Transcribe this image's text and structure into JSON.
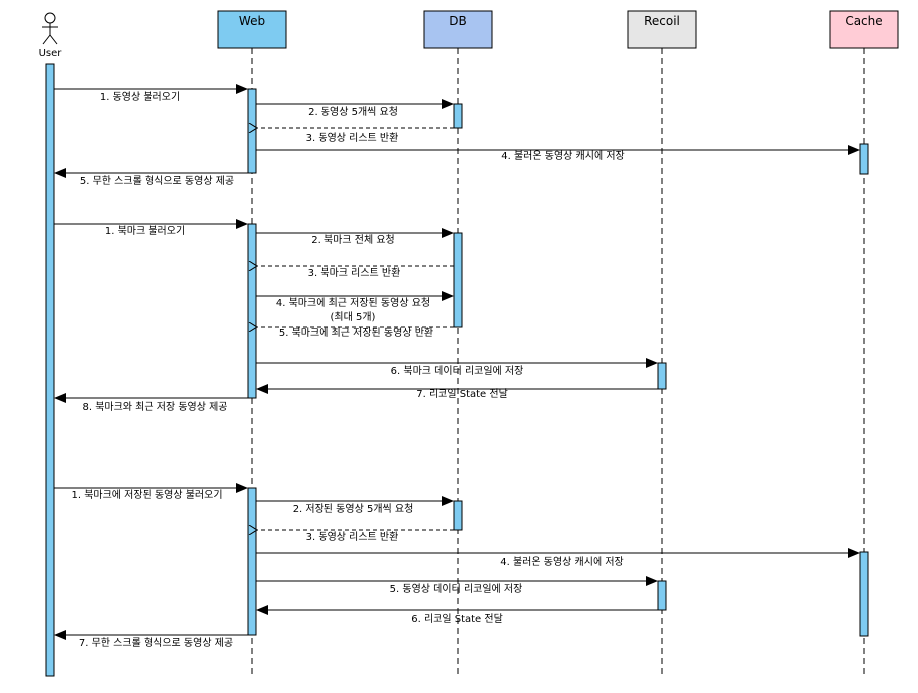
{
  "participants": [
    {
      "id": "user",
      "label": "User",
      "kind": "actor",
      "color": "#7ecbf1"
    },
    {
      "id": "web",
      "label": "Web",
      "kind": "box",
      "color": "#7ecbf1"
    },
    {
      "id": "db",
      "label": "DB",
      "kind": "box",
      "color": "#a8c4f1"
    },
    {
      "id": "recoil",
      "label": "Recoil",
      "kind": "box",
      "color": "#e6e6e6"
    },
    {
      "id": "cache",
      "label": "Cache",
      "kind": "box",
      "color": "#ffccd6"
    }
  ],
  "messages": [
    {
      "label": "1. 동영상 불러오기",
      "from": "user",
      "to": "web",
      "style": "solid"
    },
    {
      "label": "2. 동영상 5개씩 요청",
      "from": "web",
      "to": "db",
      "style": "solid"
    },
    {
      "label": "3. 동영상 리스트 반환",
      "from": "db",
      "to": "web",
      "style": "dashed"
    },
    {
      "label": "4. 불러온 동영상 캐시에 저장",
      "from": "web",
      "to": "cache",
      "style": "solid"
    },
    {
      "label": "5. 무한 스크롤 형식으로 동영상 제공",
      "from": "web",
      "to": "user",
      "style": "solid"
    },
    {
      "label": "1. 북마크 불러오기",
      "from": "user",
      "to": "web",
      "style": "solid"
    },
    {
      "label": "2. 북마크 전체 요청",
      "from": "web",
      "to": "db",
      "style": "solid"
    },
    {
      "label": "3. 북마크 리스트 반환",
      "from": "db",
      "to": "web",
      "style": "dashed"
    },
    {
      "label": "4. 북마크에 최근 저장된 동영상 요청",
      "label2": "(최대 5개)",
      "from": "web",
      "to": "db",
      "style": "solid"
    },
    {
      "label": "5. 북마크에 최근 저장된 동영상 반환",
      "from": "db",
      "to": "web",
      "style": "dashed"
    },
    {
      "label": "6. 북마크 데이터 리코일에 저장",
      "from": "web",
      "to": "recoil",
      "style": "solid"
    },
    {
      "label": "7. 리코일 State 전달",
      "from": "recoil",
      "to": "web",
      "style": "solid"
    },
    {
      "label": "8. 북마크와 최근 저장 동영상 제공",
      "from": "web",
      "to": "user",
      "style": "solid"
    },
    {
      "label": "1. 북마크에 저장된 동영상 불러오기",
      "from": "user",
      "to": "web",
      "style": "solid"
    },
    {
      "label": "2. 저장된 동영상 5개씩 요청",
      "from": "web",
      "to": "db",
      "style": "solid"
    },
    {
      "label": "3. 동영상 리스트 반환",
      "from": "db",
      "to": "web",
      "style": "dashed"
    },
    {
      "label": "4. 불러온 동영상 캐시에 저장",
      "from": "web",
      "to": "cache",
      "style": "solid"
    },
    {
      "label": "5. 동영상 데이터 리코일에 저장",
      "from": "web",
      "to": "recoil",
      "style": "solid"
    },
    {
      "label": "6. 리코일 State 전달",
      "from": "recoil",
      "to": "web",
      "style": "solid"
    },
    {
      "label": "7. 무한 스크롤 형식으로 동영상 제공",
      "from": "web",
      "to": "user",
      "style": "solid"
    }
  ]
}
